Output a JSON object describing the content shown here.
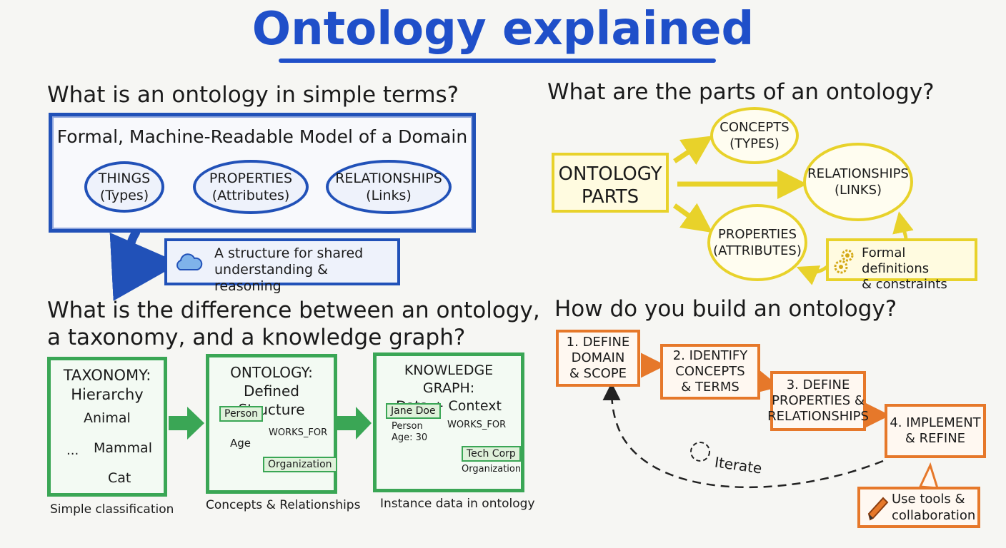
{
  "title": "Ontology explained",
  "q1": {
    "heading": "What is an ontology in simple terms?",
    "box_title": "Formal, Machine-Readable Model of a Domain",
    "things": {
      "line1": "THINGS",
      "line2": "(Types)"
    },
    "properties": {
      "line1": "PROPERTIES",
      "line2": "(Attributes)"
    },
    "relationships": {
      "line1": "RELATIONSHIPS",
      "line2": "(Links)"
    },
    "callout": {
      "line1": "A structure for shared",
      "line2": "understanding & reasoning"
    }
  },
  "q2": {
    "heading": "What are the parts of an ontology?",
    "center": {
      "line1": "ONTOLOGY",
      "line2": "PARTS"
    },
    "concepts": {
      "line1": "CONCEPTS",
      "line2": "(TYPES)"
    },
    "relationships": {
      "line1": "RELATIONSHIPS",
      "line2": "(LINKS)"
    },
    "properties": {
      "line1": "PROPERTIES",
      "line2": "(ATTRIBUTES)"
    },
    "formal": {
      "line1": "Formal definitions",
      "line2": "& constraints"
    }
  },
  "q3": {
    "heading_line1": "What is the difference between an ontology,",
    "heading_line2": "a taxonomy, and a knowledge graph?",
    "taxonomy": {
      "title": "TAXONOMY:",
      "subtitle": "Hierarchy",
      "animal": "Animal",
      "ellipsis": "...",
      "mammal": "Mammal",
      "cat": "Cat",
      "caption": "Simple classification"
    },
    "ontology": {
      "title": "ONTOLOGY:",
      "subtitle": "Defined Structure",
      "person": "Person",
      "age": "Age",
      "works_for": "WORKS_FOR",
      "organization": "Organization",
      "caption": "Concepts & Relationships"
    },
    "knowledge_graph": {
      "title": "KNOWLEDGE GRAPH:",
      "subtitle": "Data + Context",
      "jane": "Jane Doe",
      "person": "Person",
      "age": "Age: 30",
      "works_for": "WORKS_FOR",
      "tech_corp": "Tech Corp",
      "organization": "Organization",
      "caption": "Instance data in ontology"
    }
  },
  "q4": {
    "heading": "How do you build an ontology?",
    "steps": [
      {
        "line1": "1. DEFINE",
        "line2": "DOMAIN",
        "line3": "& SCOPE"
      },
      {
        "line1": "2. IDENTIFY",
        "line2": "CONCEPTS",
        "line3": "& TERMS"
      },
      {
        "line1": "3. DEFINE",
        "line2": "PROPERTIES &",
        "line3": "RELATIONSHIPS"
      },
      {
        "line1": "4. IMPLEMENT",
        "line2": "& REFINE",
        "line3": ""
      }
    ],
    "iterate": "Iterate",
    "tools": {
      "line1": "Use tools &",
      "line2": "collaboration"
    }
  },
  "colors": {
    "blue": "#2151b8",
    "yellow": "#e8d22a",
    "green": "#3aa655",
    "orange": "#e6782a",
    "title": "#1f4fc9"
  }
}
